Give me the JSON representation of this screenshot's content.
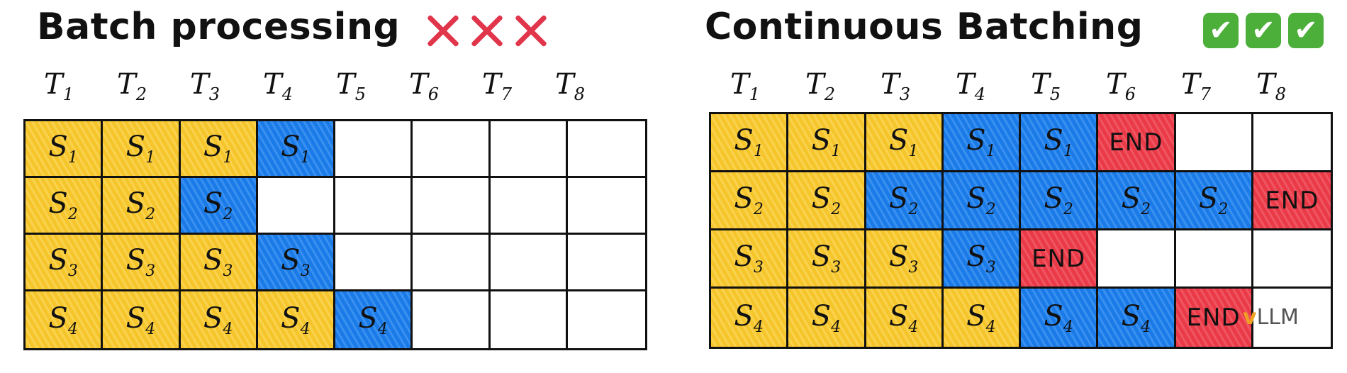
{
  "left": {
    "title": "Batch processing",
    "marks": [
      "x",
      "x",
      "x"
    ],
    "headers": [
      "T1",
      "T2",
      "T3",
      "T4",
      "T5",
      "T6",
      "T7",
      "T8"
    ],
    "rows": [
      [
        {
          "t": "S",
          "s": "1",
          "c": "y"
        },
        {
          "t": "S",
          "s": "1",
          "c": "y"
        },
        {
          "t": "S",
          "s": "1",
          "c": "y"
        },
        {
          "t": "S",
          "s": "1",
          "c": "b"
        },
        {
          "t": "",
          "c": ""
        },
        {
          "t": "",
          "c": ""
        },
        {
          "t": "",
          "c": ""
        },
        {
          "t": "",
          "c": ""
        }
      ],
      [
        {
          "t": "S",
          "s": "2",
          "c": "y"
        },
        {
          "t": "S",
          "s": "2",
          "c": "y"
        },
        {
          "t": "S",
          "s": "2",
          "c": "b"
        },
        {
          "t": "",
          "c": ""
        },
        {
          "t": "",
          "c": ""
        },
        {
          "t": "",
          "c": ""
        },
        {
          "t": "",
          "c": ""
        },
        {
          "t": "",
          "c": ""
        }
      ],
      [
        {
          "t": "S",
          "s": "3",
          "c": "y"
        },
        {
          "t": "S",
          "s": "3",
          "c": "y"
        },
        {
          "t": "S",
          "s": "3",
          "c": "y"
        },
        {
          "t": "S",
          "s": "3",
          "c": "b"
        },
        {
          "t": "",
          "c": ""
        },
        {
          "t": "",
          "c": ""
        },
        {
          "t": "",
          "c": ""
        },
        {
          "t": "",
          "c": ""
        }
      ],
      [
        {
          "t": "S",
          "s": "4",
          "c": "y"
        },
        {
          "t": "S",
          "s": "4",
          "c": "y"
        },
        {
          "t": "S",
          "s": "4",
          "c": "y"
        },
        {
          "t": "S",
          "s": "4",
          "c": "y"
        },
        {
          "t": "S",
          "s": "4",
          "c": "b"
        },
        {
          "t": "",
          "c": ""
        },
        {
          "t": "",
          "c": ""
        },
        {
          "t": "",
          "c": ""
        }
      ]
    ]
  },
  "right": {
    "title": "Continuous Batching",
    "marks": [
      "check",
      "check",
      "check"
    ],
    "headers": [
      "T1",
      "T2",
      "T3",
      "T4",
      "T5",
      "T6",
      "T7",
      "T8"
    ],
    "rows": [
      [
        {
          "t": "S",
          "s": "1",
          "c": "y"
        },
        {
          "t": "S",
          "s": "1",
          "c": "y"
        },
        {
          "t": "S",
          "s": "1",
          "c": "y"
        },
        {
          "t": "S",
          "s": "1",
          "c": "b"
        },
        {
          "t": "S",
          "s": "1",
          "c": "b"
        },
        {
          "t": "END",
          "c": "r"
        },
        {
          "t": "",
          "c": ""
        },
        {
          "t": "",
          "c": ""
        }
      ],
      [
        {
          "t": "S",
          "s": "2",
          "c": "y"
        },
        {
          "t": "S",
          "s": "2",
          "c": "y"
        },
        {
          "t": "S",
          "s": "2",
          "c": "b"
        },
        {
          "t": "S",
          "s": "2",
          "c": "b"
        },
        {
          "t": "S",
          "s": "2",
          "c": "b"
        },
        {
          "t": "S",
          "s": "2",
          "c": "b"
        },
        {
          "t": "S",
          "s": "2",
          "c": "b"
        },
        {
          "t": "END",
          "c": "r"
        }
      ],
      [
        {
          "t": "S",
          "s": "3",
          "c": "y"
        },
        {
          "t": "S",
          "s": "3",
          "c": "y"
        },
        {
          "t": "S",
          "s": "3",
          "c": "y"
        },
        {
          "t": "S",
          "s": "3",
          "c": "b"
        },
        {
          "t": "END",
          "c": "r"
        },
        {
          "t": "",
          "c": ""
        },
        {
          "t": "",
          "c": ""
        },
        {
          "t": "",
          "c": ""
        }
      ],
      [
        {
          "t": "S",
          "s": "4",
          "c": "y"
        },
        {
          "t": "S",
          "s": "4",
          "c": "y"
        },
        {
          "t": "S",
          "s": "4",
          "c": "y"
        },
        {
          "t": "S",
          "s": "4",
          "c": "y"
        },
        {
          "t": "S",
          "s": "4",
          "c": "b"
        },
        {
          "t": "S",
          "s": "4",
          "c": "b"
        },
        {
          "t": "END",
          "c": "r"
        },
        {
          "t": "",
          "c": ""
        }
      ]
    ],
    "logo": {
      "mark": "v",
      "text": "LLM"
    }
  },
  "colors": {
    "yellow": "#f6c52c",
    "blue": "#1a7be8",
    "red": "#ea3a48",
    "cross": "#e0354a",
    "check": "#4caf3a"
  }
}
